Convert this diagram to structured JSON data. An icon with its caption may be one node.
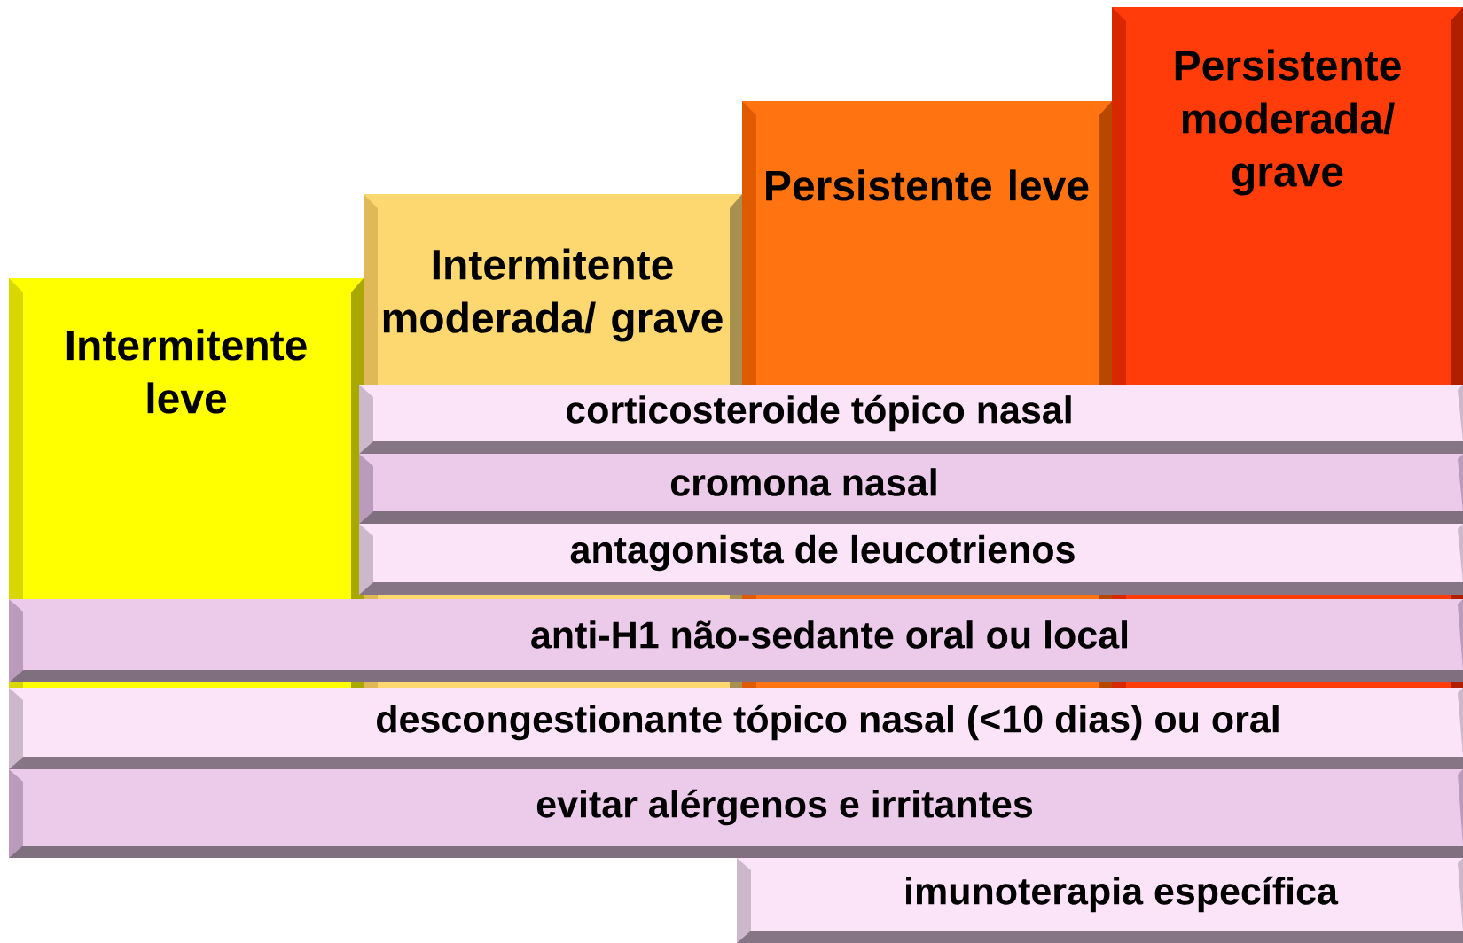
{
  "diagram": {
    "nodes": [
      {
        "text": [
          "Intermitente leve"
        ]
      },
      {
        "text": [
          "Intermitente moderada/ grave"
        ]
      },
      {
        "text": [
          "Persistente leve"
        ]
      },
      {
        "text": [
          "Persistente moderada/ grave"
        ]
      },
      {
        "text": [
          "corticosteroide tópico nasal"
        ]
      },
      {
        "text": [
          "cromona nasal"
        ]
      },
      {
        "text": [
          "antagonista de leucotrienos"
        ]
      },
      {
        "text": [
          "anti-H1 não-sedante oral ou local"
        ]
      },
      {
        "text": [
          "descongestionante tópico nasal (<10 dias) ou oral"
        ]
      },
      {
        "text": [
          "evitar alérgenos e irritantes"
        ]
      },
      {
        "text": [
          "imunoterapia específica"
        ]
      }
    ]
  }
}
